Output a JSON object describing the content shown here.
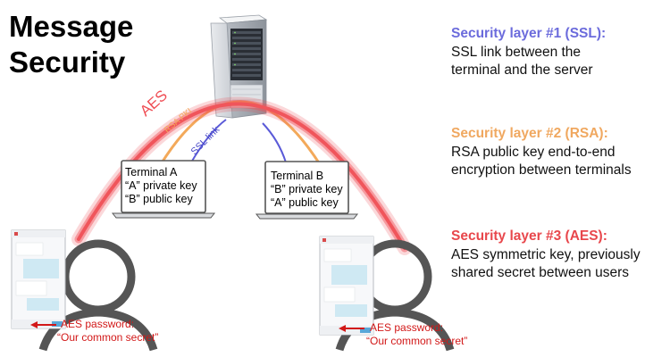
{
  "title": {
    "line1": "Message",
    "line2": "Security"
  },
  "layers": [
    {
      "heading": "Security layer #1 (SSL):",
      "desc": "SSL link between the terminal and the server",
      "color": "#6b6bdc"
    },
    {
      "heading": "Security layer #2 (RSA):",
      "desc": "RSA public key end-to-end encryption between terminals",
      "color": "#f0a860"
    },
    {
      "heading": "Security layer #3 (AES):",
      "desc": "AES symmetric key, previously shared secret between users",
      "color": "#e8474c"
    }
  ],
  "arcs": {
    "aes": "AES",
    "rsa": "RSA PKI",
    "ssl": "SSL link"
  },
  "terminals": {
    "a": {
      "name": "Terminal A",
      "line1": "“A” private key",
      "line2": "“B” public key"
    },
    "b": {
      "name": "Terminal B",
      "line1": "“B” private key",
      "line2": "“A” public key"
    }
  },
  "passwords": {
    "left": {
      "label": "AES password:",
      "value": "“Our common secret”"
    },
    "right": {
      "label": "AES password:",
      "value": "“Our common secret”"
    }
  },
  "colors": {
    "ssl": "#5a5ad8",
    "rsa": "#f3a95a",
    "aes": "#ef4e55",
    "password": "#d21818"
  },
  "icons": [
    "server-icon",
    "laptop-icon",
    "user-icon",
    "chat-window-icon",
    "arrow-left-icon"
  ]
}
